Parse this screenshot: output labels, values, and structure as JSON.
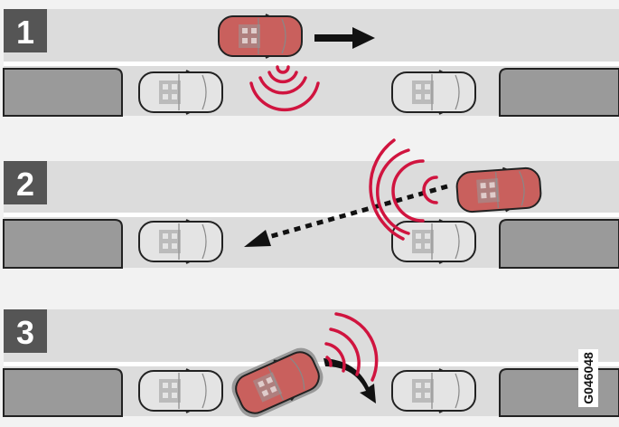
{
  "panels": [
    {
      "number": "1"
    },
    {
      "number": "2"
    },
    {
      "number": "3"
    }
  ],
  "figure_code": "G046048",
  "colors": {
    "sensor_wave": "#d0143f",
    "own_car": "#c9605d",
    "parked_car": "#e4e4e4",
    "road": "#dcdcdc",
    "curb": "#9a9a9a",
    "badge": "#555555"
  }
}
